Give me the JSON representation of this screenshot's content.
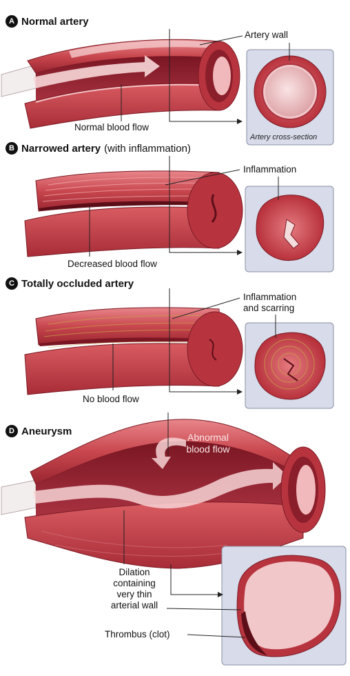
{
  "panels": {
    "a": {
      "badge": "A",
      "title": "Normal artery",
      "labels": {
        "artery_wall": "Artery wall",
        "flow": "Normal blood flow",
        "inset_caption": "Artery cross-section"
      }
    },
    "b": {
      "badge": "B",
      "title": "Narrowed artery",
      "title_suffix": "(with inflammation)",
      "labels": {
        "inflammation": "Inflammation",
        "flow": "Decreased blood flow"
      }
    },
    "c": {
      "badge": "C",
      "title": "Totally occluded artery",
      "labels": {
        "inflammation_line1": "Inflammation",
        "inflammation_line2": "and scarring",
        "flow": "No blood flow"
      }
    },
    "d": {
      "badge": "D",
      "title": "Aneurysm",
      "labels": {
        "abnormal_line1": "Abnormal",
        "abnormal_line2": "blood flow",
        "dilation_line1": "Dilation",
        "dilation_line2": "containing",
        "dilation_line3": "very thin",
        "dilation_line4": "arterial wall",
        "thrombus": "Thrombus (clot)"
      }
    }
  },
  "colors": {
    "artery_outer": "#c94a50",
    "artery_dark": "#8e1f2a",
    "artery_light": "#ee9a9e",
    "wall_pale": "#f6d2d2",
    "inset_bg": "#d7dbea",
    "inset_border": "#8a8fa3",
    "plaque": "#c9a24a",
    "leader": "#222222"
  }
}
